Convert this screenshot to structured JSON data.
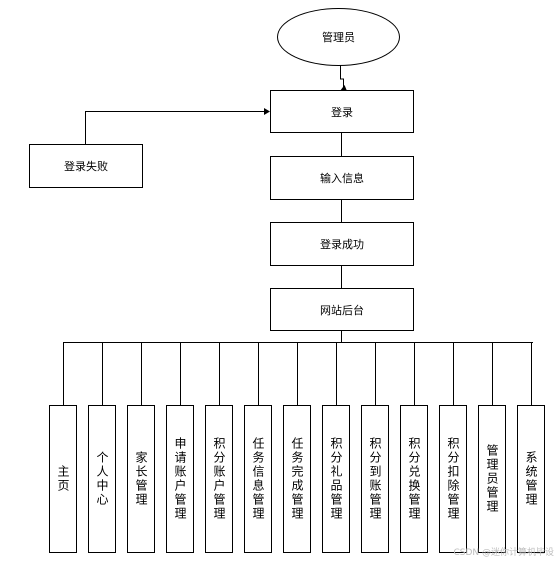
{
  "diagram": {
    "root": "管理员",
    "login": "登录",
    "login_failed": "登录失败",
    "input_info": "输入信息",
    "login_success": "登录成功",
    "backend": "网站后台",
    "modules": [
      "主页",
      "个人中心",
      "家长管理",
      "申请账户管理",
      "积分账户管理",
      "任务信息管理",
      "任务完成管理",
      "积分礼品管理",
      "积分到账管理",
      "积分兑换管理",
      "积分扣除管理",
      "管理员管理",
      "系统管理"
    ]
  },
  "watermark": "CSDN @迷你计算机毕设"
}
